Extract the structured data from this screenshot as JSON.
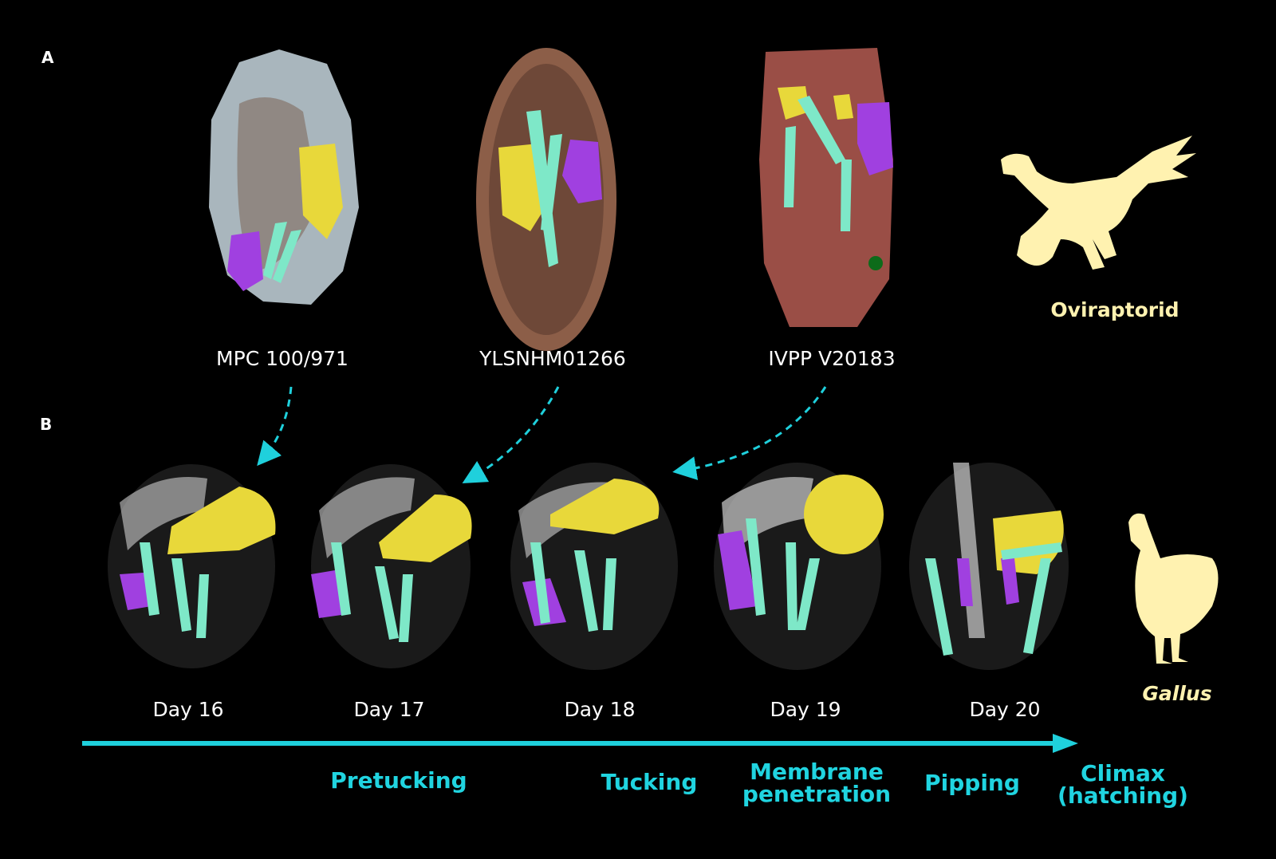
{
  "panels": {
    "a": "A",
    "b": "B"
  },
  "specimens": [
    {
      "label": "MPC 100/971"
    },
    {
      "label": "YLSNHM01266"
    },
    {
      "label": "IVPP V20183"
    }
  ],
  "taxa": {
    "top": "Oviraptorid",
    "bottom": "Gallus"
  },
  "days": [
    "Day 16",
    "Day 17",
    "Day 18",
    "Day 19",
    "Day 20"
  ],
  "stages": {
    "pretucking": "Pretucking",
    "tucking": "Tucking",
    "membrane_line1": "Membrane",
    "membrane_line2": "penetration",
    "pipping": "Pipping",
    "climax_line1": "Climax",
    "climax_line2": "(hatching)"
  },
  "colors": {
    "skull": "#e8d83a",
    "limb": "#7ee8c8",
    "pelvis": "#a040e0",
    "silhouette": "#fff2b0",
    "arrow": "#1fd0dc"
  }
}
